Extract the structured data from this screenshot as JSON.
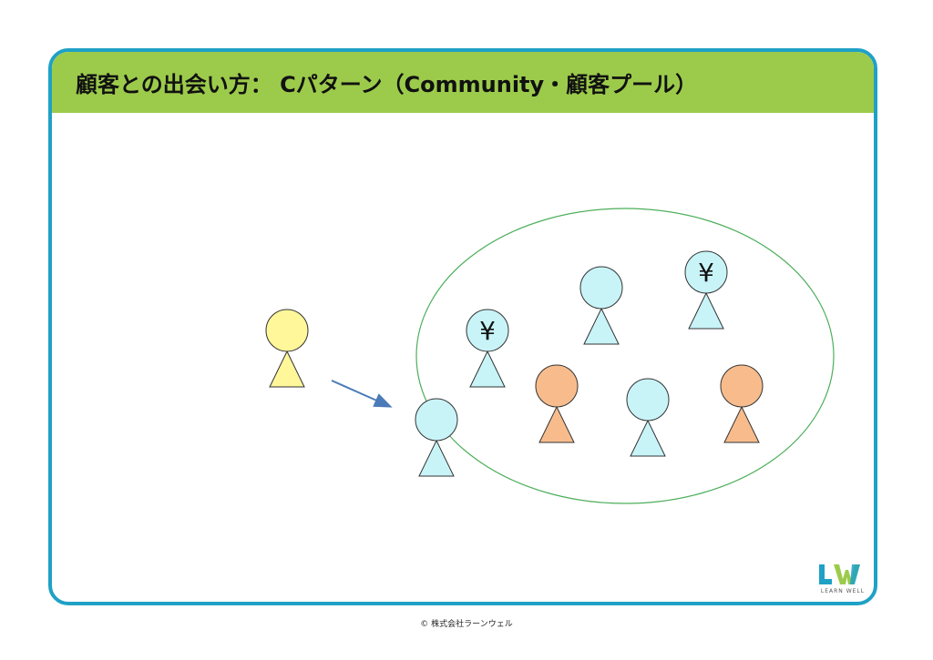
{
  "title": "顧客との出会い方： Cパターン（Community・顧客プール）",
  "figures": [
    {
      "id": "outsider",
      "head": "yellow",
      "symbol": ""
    },
    {
      "id": "entering",
      "head": "cyan",
      "symbol": ""
    },
    {
      "id": "member-yen-left",
      "head": "cyan",
      "symbol": "¥"
    },
    {
      "id": "member-top",
      "head": "cyan",
      "symbol": ""
    },
    {
      "id": "member-yen-right",
      "head": "cyan",
      "symbol": "¥"
    },
    {
      "id": "member-orange-left",
      "head": "orange",
      "symbol": ""
    },
    {
      "id": "member-center",
      "head": "cyan",
      "symbol": ""
    },
    {
      "id": "member-orange-right",
      "head": "orange",
      "symbol": ""
    }
  ],
  "colors": {
    "frame": "#1fa1c6",
    "header": "#9ccb4b",
    "ellipse": "#4cae5a",
    "arrow": "#4a7ab8",
    "yellow": "#fff799",
    "cyan": "#c8f4f8",
    "orange": "#f8bc8c"
  },
  "logo": {
    "text": "LEARN WELL"
  },
  "footer": "© 株式会社ラーンウェル"
}
